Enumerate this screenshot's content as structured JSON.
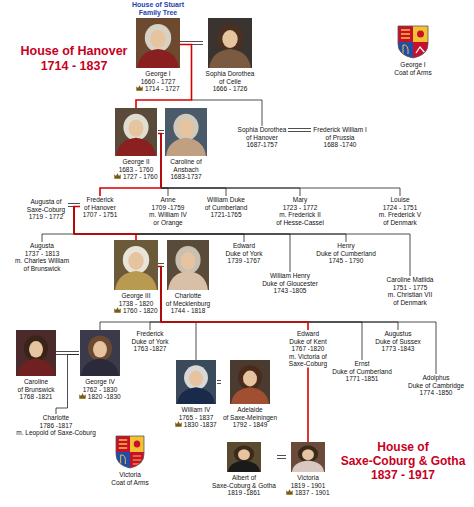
{
  "diagram": {
    "title": "House of Hanover 1714 - 1837",
    "nodes": [
      {
        "text": [
          "George I",
          "1660 - 1727",
          "1714 - 1727"
        ]
      },
      {
        "text": [
          "Sophia Dorothea of Celle",
          "1666 - 1726"
        ]
      },
      {
        "text": [
          "George II",
          "1683 - 1760",
          "1727 - 1760"
        ]
      },
      {
        "text": [
          "Caroline of Ansbach",
          "1683-1737"
        ]
      },
      {
        "text": [
          "Sophia Dorothea of Hanover",
          "1687-1757"
        ]
      },
      {
        "text": [
          "Frederick William I of Prussia",
          "1688 -1740"
        ]
      },
      {
        "text": [
          "Augusta of Saxe-Coburg",
          "1719 - 1772"
        ]
      },
      {
        "text": [
          "Frederick of Hanover",
          "1707 - 1751"
        ]
      },
      {
        "text": [
          "Anne",
          "1709 -1759",
          "m. William IV or Orange"
        ]
      },
      {
        "text": [
          "William Duke of Cumberland",
          "1721-1765"
        ]
      },
      {
        "text": [
          "Mary",
          "1723 - 1772",
          "m. Frederick II of Hesse-Cassel"
        ]
      },
      {
        "text": [
          "Louise",
          "1724 - 1751",
          "m. Frederick V of Denmark"
        ]
      },
      {
        "text": [
          "Augusta",
          "1737 - 1813",
          "m. Charles William of Brunswick"
        ]
      },
      {
        "text": [
          "George III",
          "1738 - 1820",
          "1760 - 1820"
        ]
      },
      {
        "text": [
          "Charlotte of Mecklenburg",
          "1744 - 1818"
        ]
      },
      {
        "text": [
          "Edward Duke of York",
          "1739 -1767"
        ]
      },
      {
        "text": [
          "William Henry Duke of Gloucester",
          "1743 -1805"
        ]
      },
      {
        "text": [
          "Henry Duke of Cumberland",
          "1745 - 1790"
        ]
      },
      {
        "text": [
          "Caroline Matilda",
          "1751 - 1775",
          "m. Christian VII of Denmark"
        ]
      },
      {
        "text": [
          "Caroline of Brunswick",
          "1768 -1821"
        ]
      },
      {
        "text": [
          "George IV",
          "1762 - 1830",
          "1820 -1830"
        ]
      },
      {
        "text": [
          "Charlotte",
          "1786 -1817",
          "m. Leopold of Saxe-Coburg"
        ]
      },
      {
        "text": [
          "Frederick Duke of York",
          "1763 -1827"
        ]
      },
      {
        "text": [
          "William IV",
          "1765 - 1837",
          "1830 -1837"
        ]
      },
      {
        "text": [
          "Adelaide of Saxe-Meiningen",
          "1792 - 1849"
        ]
      },
      {
        "text": [
          "Edward Duke of Kent",
          "1767 -1820",
          "m. Victoria of Saxe-Coburg"
        ]
      },
      {
        "text": [
          "Augustus Duke of Sussex",
          "1773 -1843"
        ]
      },
      {
        "text": [
          "Ernst Duke of Cumberland",
          "1771 -1851"
        ]
      },
      {
        "text": [
          "Adolphus Duke of Cambridge",
          "1774 -1850"
        ]
      },
      {
        "text": [
          "Albert of Saxe-Coburg & Gotha",
          "1819 -1861"
        ]
      },
      {
        "text": [
          "Victoria",
          "1819 - 1901",
          "1837 - 1901"
        ]
      }
    ],
    "edges": [
      {
        "from": 0,
        "to": 1,
        "arrow": "none"
      },
      {
        "from": 0,
        "to": 2,
        "arrow": "none"
      },
      {
        "from": 0,
        "to": 4,
        "arrow": "none"
      },
      {
        "from": 2,
        "to": 3,
        "arrow": "none"
      },
      {
        "from": 4,
        "to": 5,
        "arrow": "none"
      },
      {
        "from": 2,
        "to": 7,
        "arrow": "none"
      },
      {
        "from": 2,
        "to": 8,
        "arrow": "none"
      },
      {
        "from": 2,
        "to": 9,
        "arrow": "none"
      },
      {
        "from": 2,
        "to": 10,
        "arrow": "none"
      },
      {
        "from": 2,
        "to": 11,
        "arrow": "none"
      },
      {
        "from": 6,
        "to": 7,
        "arrow": "none"
      },
      {
        "from": 7,
        "to": 12,
        "arrow": "none"
      },
      {
        "from": 7,
        "to": 13,
        "arrow": "none"
      },
      {
        "from": 7,
        "to": 15,
        "arrow": "none"
      },
      {
        "from": 7,
        "to": 16,
        "arrow": "none"
      },
      {
        "from": 7,
        "to": 17,
        "arrow": "none"
      },
      {
        "from": 7,
        "to": 18,
        "arrow": "none"
      },
      {
        "from": 13,
        "to": 14,
        "arrow": "none"
      },
      {
        "from": 13,
        "to": 20,
        "arrow": "none"
      },
      {
        "from": 13,
        "to": 22,
        "arrow": "none"
      },
      {
        "from": 13,
        "to": 23,
        "arrow": "none"
      },
      {
        "from": 13,
        "to": 25,
        "arrow": "none"
      },
      {
        "from": 13,
        "to": 26,
        "arrow": "none"
      },
      {
        "from": 13,
        "to": 27,
        "arrow": "none"
      },
      {
        "from": 13,
        "to": 28,
        "arrow": "none"
      },
      {
        "from": 19,
        "to": 20,
        "arrow": "none"
      },
      {
        "from": 20,
        "to": 21,
        "arrow": "none"
      },
      {
        "from": 23,
        "to": 24,
        "arrow": "none"
      },
      {
        "from": 25,
        "to": 30,
        "arrow": "none"
      },
      {
        "from": 29,
        "to": 30,
        "arrow": "none"
      }
    ],
    "labels": [
      "House of Stuart Family Tree",
      "George I Coat of Arms",
      "Victoria Coat of Arms",
      "House of Saxe-Coburg & Gotha 1837 - 1917"
    ]
  }
}
